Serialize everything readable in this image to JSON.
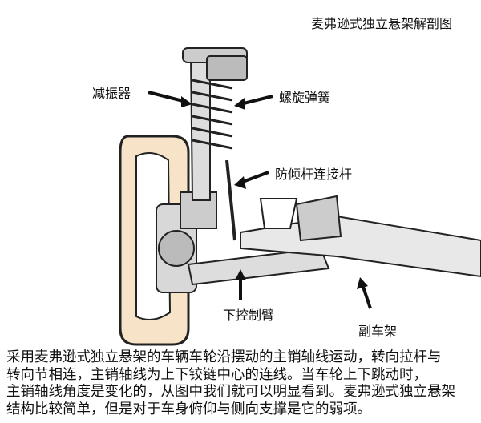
{
  "title": "麦弗逊式独立悬架解剖图",
  "labels": {
    "shock_absorber": "减振器",
    "coil_spring": "螺旋弹簧",
    "stabilizer_link": "防倾杆连接杆",
    "lower_control_arm": "下控制臂",
    "subframe": "副车架"
  },
  "description": [
    "采用麦弗逊式独立悬架的车辆车轮沿摆动的主销轴线运动，转向拉杆与",
    "转向节相连，主销轴线为上下铰链中心的连线。当车轮上下跳动时，",
    "主销轴线角度是变化的，从图中我们就可以明显看到。麦弗逊式独立悬架",
    "结构比较简单，但是对于车身俯仰与侧向支撑是它的弱项。"
  ]
}
